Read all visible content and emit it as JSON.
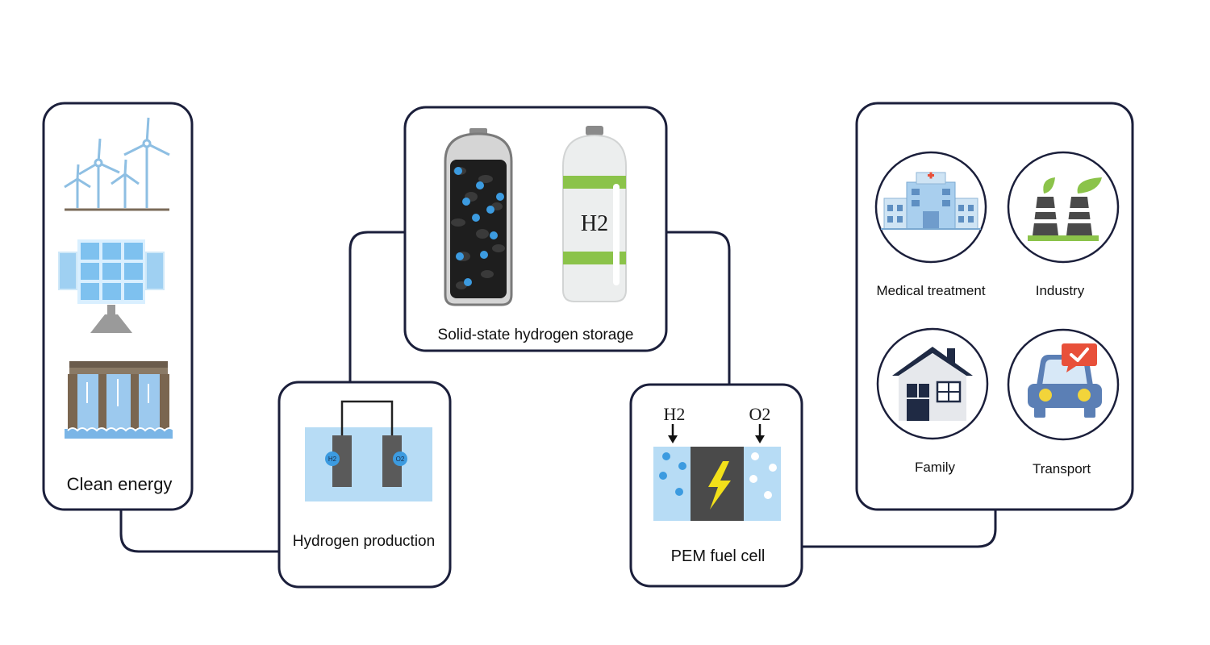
{
  "stages": {
    "clean_energy": {
      "label": "Clean energy",
      "icons": [
        "wind-turbine-icon",
        "solar-panel-icon",
        "hydropower-dam-icon"
      ]
    },
    "hydrogen_production": {
      "label": "Hydrogen production",
      "electrode_left": "H2",
      "electrode_right": "O2"
    },
    "storage": {
      "label": "Solid-state hydrogen storage",
      "tank_label": "H2"
    },
    "fuel_cell": {
      "label": "PEM fuel cell",
      "input_left": "H2",
      "input_right": "O2"
    },
    "applications": {
      "items": [
        {
          "label": "Medical treatment",
          "icon": "hospital-icon"
        },
        {
          "label": "Industry",
          "icon": "factory-icon"
        },
        {
          "label": "Family",
          "icon": "house-icon"
        },
        {
          "label": "Transport",
          "icon": "car-icon"
        }
      ]
    }
  },
  "colors": {
    "frame": "#1b1f3b",
    "light_blue": "#a9d3f0",
    "water_blue": "#b7dcf5",
    "dot_blue": "#3c9be0",
    "tank_green": "#8bc34a",
    "electrode_gray": "#5a5a5a",
    "bolt_yellow": "#f2e01a",
    "car_blue": "#5b7fb5",
    "alert_red": "#e8503a"
  }
}
